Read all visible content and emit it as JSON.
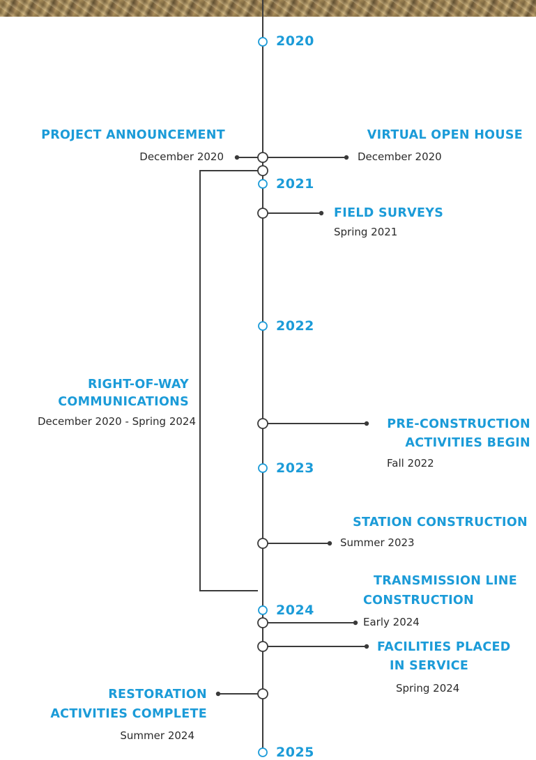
{
  "colors": {
    "accent": "#1b9bd8",
    "line": "#3a3a3a",
    "text": "#2a2a2a"
  },
  "header_image": {
    "icon": "top-photo-strip"
  },
  "years": [
    "2020",
    "2021",
    "2022",
    "2023",
    "2024",
    "2025"
  ],
  "events": [
    {
      "title": [
        "PROJECT ANNOUNCEMENT"
      ],
      "date": "December 2020"
    },
    {
      "title": [
        "VIRTUAL OPEN HOUSE"
      ],
      "date": "December 2020"
    },
    {
      "title": [
        "FIELD SURVEYS"
      ],
      "date": "Spring 2021"
    },
    {
      "title": [
        "RIGHT-OF-WAY",
        "COMMUNICATIONS"
      ],
      "date": "December 2020 - Spring 2024"
    },
    {
      "title": [
        "PRE-CONSTRUCTION",
        "ACTIVITIES BEGIN"
      ],
      "date": "Fall 2022"
    },
    {
      "title": [
        "STATION CONSTRUCTION"
      ],
      "date": "Summer 2023"
    },
    {
      "title": [
        "TRANSMISSION LINE",
        "CONSTRUCTION"
      ],
      "date": "Early 2024"
    },
    {
      "title": [
        "FACILITIES PLACED",
        "IN SERVICE"
      ],
      "date": "Spring 2024"
    },
    {
      "title": [
        "RESTORATION",
        "ACTIVITIES COMPLETE"
      ],
      "date": "Summer 2024"
    }
  ]
}
